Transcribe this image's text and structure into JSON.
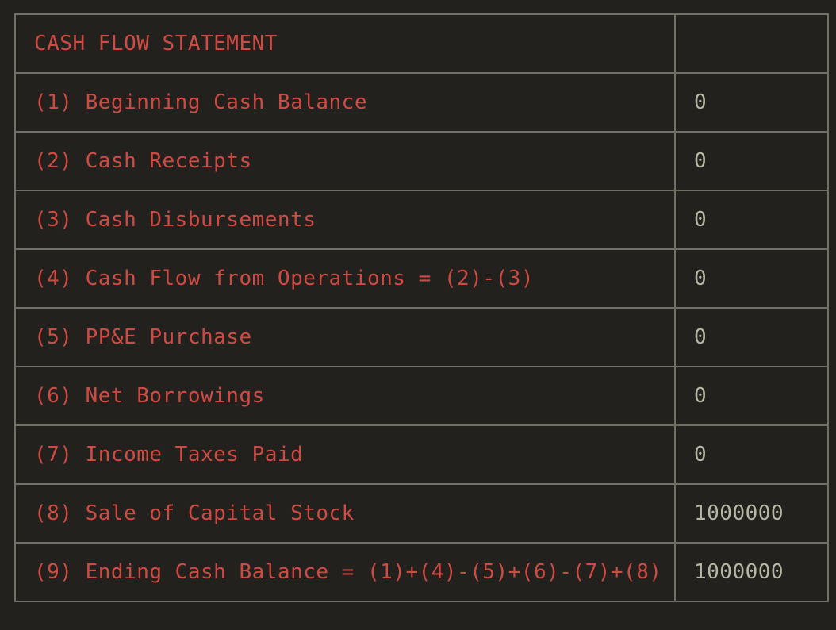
{
  "statement": {
    "title": "CASH FLOW STATEMENT",
    "title_value": "",
    "rows": [
      {
        "label": "(1) Beginning Cash Balance",
        "value": "0"
      },
      {
        "label": "(2) Cash Receipts",
        "value": "0"
      },
      {
        "label": "(3) Cash Disbursements",
        "value": "0"
      },
      {
        "label": "(4) Cash Flow from Operations = (2)-(3)",
        "value": "0"
      },
      {
        "label": "(5) PP&E Purchase",
        "value": "0"
      },
      {
        "label": "(6) Net Borrowings",
        "value": "0"
      },
      {
        "label": "(7) Income Taxes Paid",
        "value": "0"
      },
      {
        "label": "(8) Sale of Capital Stock",
        "value": "1000000"
      },
      {
        "label": "(9) Ending Cash Balance = (1)+(4)-(5)+(6)-(7)+(8)",
        "value": "1000000"
      }
    ]
  },
  "colors": {
    "background": "#22211d",
    "border": "#707064",
    "label_text": "#d04a44",
    "value_text": "#b7b7a6"
  }
}
